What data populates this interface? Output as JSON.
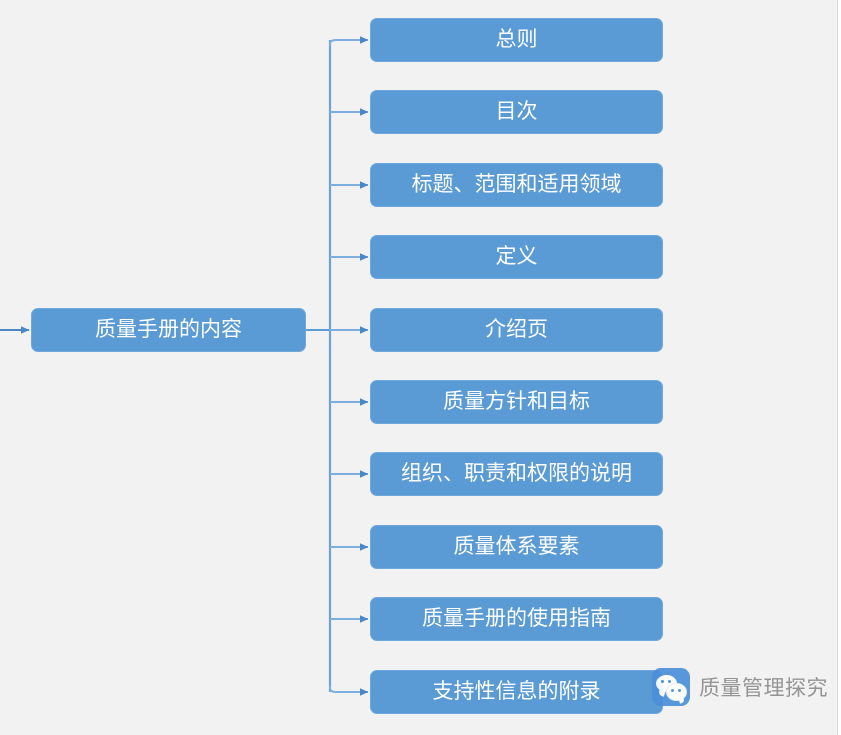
{
  "diagram": {
    "type": "mind-map-tree",
    "orientation": "left-to-right",
    "background_color": "#f2f2f2",
    "node_fill_color": "#5b9bd5",
    "node_border_color": "#6fa8dc",
    "node_text_color": "#ffffff",
    "connector_color": "#5b9bd5",
    "root": {
      "label": "质量手册的内容"
    },
    "children": [
      {
        "label": "总则"
      },
      {
        "label": "目次"
      },
      {
        "label": "标题、范围和适用领域"
      },
      {
        "label": "定义"
      },
      {
        "label": "介绍页"
      },
      {
        "label": "质量方针和目标"
      },
      {
        "label": "组织、职责和权限的说明"
      },
      {
        "label": "质量体系要素"
      },
      {
        "label": "质量手册的使用指南"
      },
      {
        "label": "支持性信息的附录"
      }
    ]
  },
  "watermark": {
    "logo_icon": "wechat-logo-icon",
    "text": "质量管理探究"
  }
}
